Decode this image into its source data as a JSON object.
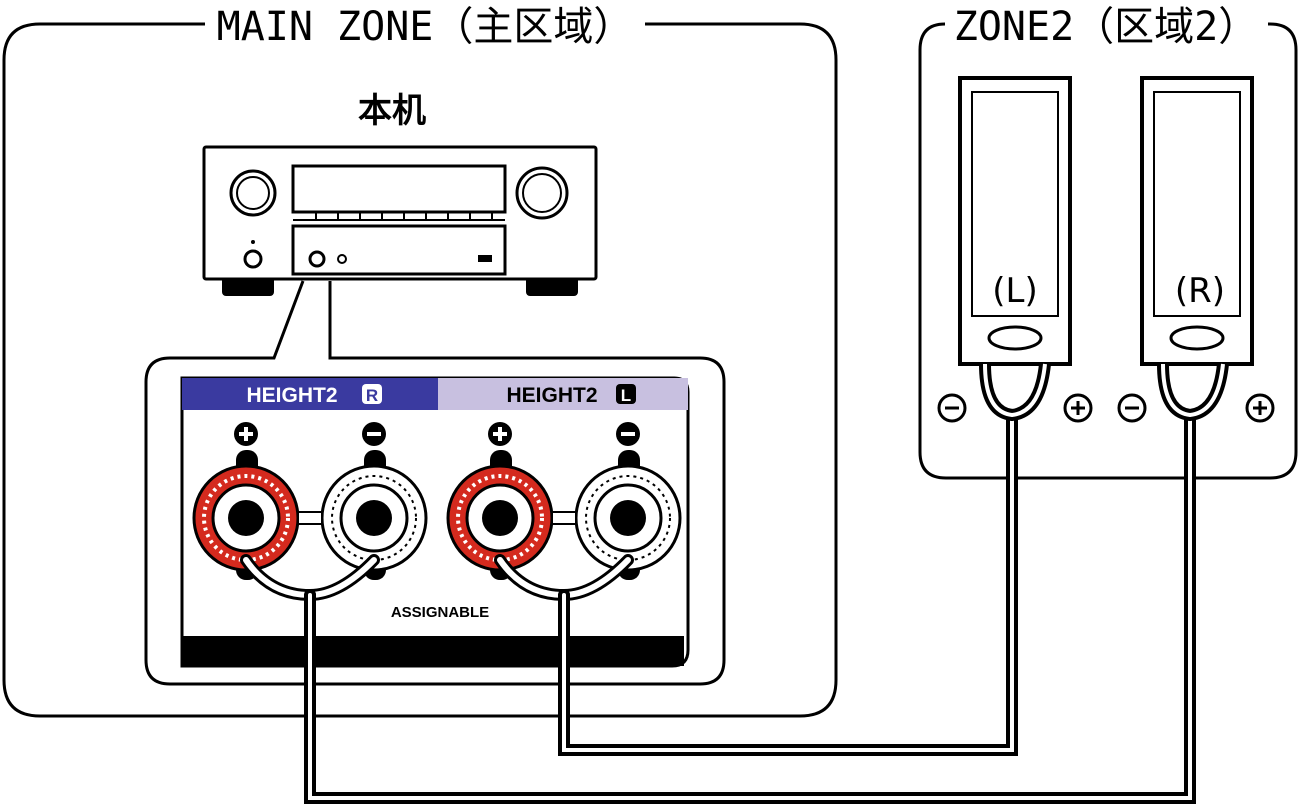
{
  "main_zone": {
    "title": "MAIN ZONE（主区域）"
  },
  "zone2": {
    "title": "ZONE2（区域2）"
  },
  "unit": {
    "label": "本机"
  },
  "terminal_panel": {
    "height2_r_label": "HEIGHT2",
    "height2_r_badge": "R",
    "height2_l_label": "HEIGHT2",
    "height2_l_badge": "L",
    "assignable_label": "ASSIGNABLE",
    "colors": {
      "r_header": "#3a3aa0",
      "l_header": "#c8c0e0",
      "positive_terminal": "#d42a1e",
      "negative_terminal": "#ffffff"
    }
  },
  "speakers": {
    "left_label": "(L)",
    "right_label": "(R)"
  },
  "icons": [
    "plus-sign-icon",
    "minus-sign-icon",
    "plus-circle-icon",
    "minus-circle-icon"
  ]
}
